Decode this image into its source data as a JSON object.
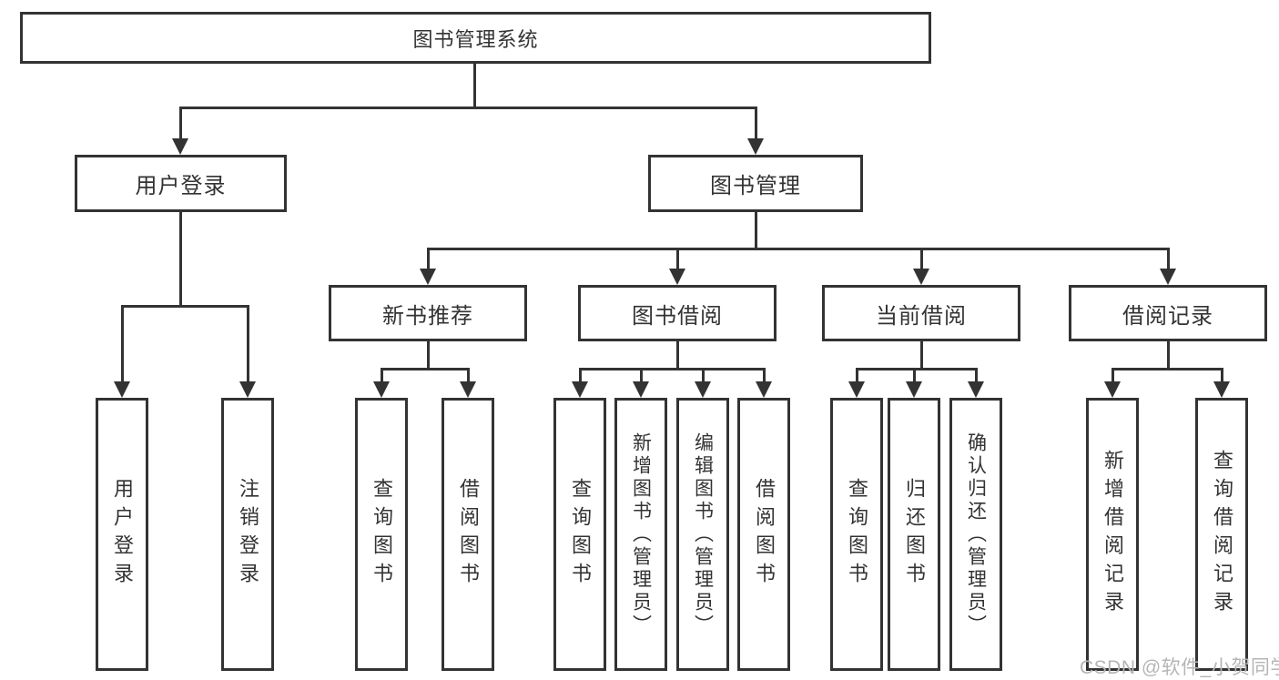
{
  "diagram": {
    "colors": {
      "line": "#333333",
      "text": "#333333",
      "watermark": "#b5b5b5"
    },
    "watermark": "CSDN @软件_小贺同学",
    "tree": {
      "label": "图书管理系统",
      "children": [
        {
          "label": "用户登录",
          "children": [
            {
              "label": "用户登录"
            },
            {
              "label": "注销登录"
            }
          ]
        },
        {
          "label": "图书管理",
          "children": [
            {
              "label": "新书推荐",
              "children": [
                {
                  "label": "查询图书"
                },
                {
                  "label": "借阅图书"
                }
              ]
            },
            {
              "label": "图书借阅",
              "children": [
                {
                  "label": "查询图书"
                },
                {
                  "label": "新增图书（管理员）"
                },
                {
                  "label": "编辑图书（管理员）"
                },
                {
                  "label": "借阅图书"
                }
              ]
            },
            {
              "label": "当前借阅",
              "children": [
                {
                  "label": "查询图书"
                },
                {
                  "label": "归还图书"
                },
                {
                  "label": "确认归还（管理员）"
                }
              ]
            },
            {
              "label": "借阅记录",
              "children": [
                {
                  "label": "新增借阅记录"
                },
                {
                  "label": "查询借阅记录"
                }
              ]
            }
          ]
        }
      ]
    }
  }
}
